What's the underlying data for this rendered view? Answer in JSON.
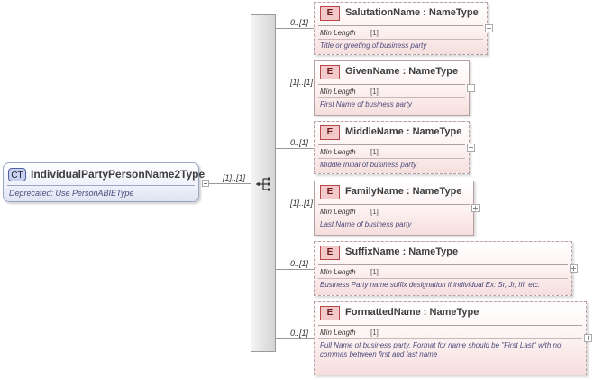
{
  "complex_type": {
    "badge": "CT",
    "name": "IndividualPartyPersonName2Type",
    "documentation": "Deprecated: Use PersonABIEType",
    "connector_cardinality": "[1]..[1]"
  },
  "facet_label": "Min Length",
  "element_badge": "E",
  "elements": [
    {
      "name": "SalutationName",
      "type": "NameType",
      "title": "SalutationName : NameType",
      "cardinality": "0..[1]",
      "min_length": "[1]",
      "documentation": "Title or greeting of business party"
    },
    {
      "name": "GivenName",
      "type": "NameType",
      "title": "GivenName : NameType",
      "cardinality": "[1]..[1]",
      "min_length": "[1]",
      "documentation": "First Name of business party"
    },
    {
      "name": "MiddleName",
      "type": "NameType",
      "title": "MiddleName : NameType",
      "cardinality": "0..[1]",
      "min_length": "[1]",
      "documentation": "Middle Initial of business party"
    },
    {
      "name": "FamilyName",
      "type": "NameType",
      "title": "FamilyName : NameType",
      "cardinality": "[1]..[1]",
      "min_length": "[1]",
      "documentation": "Last Name of business party"
    },
    {
      "name": "SuffixName",
      "type": "NameType",
      "title": "SuffixName : NameType",
      "cardinality": "0..[1]",
      "min_length": "[1]",
      "documentation": "Business Party name suffix designation if individual Ex: Sr, Jr, III, etc."
    },
    {
      "name": "FormattedName",
      "type": "NameType",
      "title": "FormattedName : NameType",
      "cardinality": "0..[1]",
      "min_length": "[1]",
      "documentation": "Full Name of business party. Format for name should be \"First Last\" with no commas between first and last name"
    }
  ]
}
